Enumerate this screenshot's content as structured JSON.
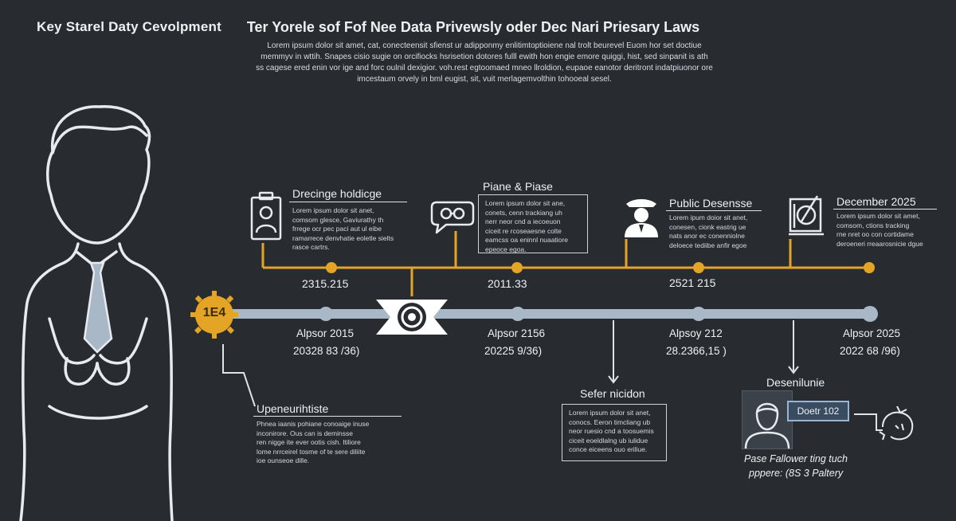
{
  "header": {
    "left_title": "Key Starel Daty Cevolpment",
    "main_title": "Ter Yorele sof Fof Nee Data Privewsly oder Dec Nari Priesary Laws",
    "intro_lines": [
      "Lorem ipsum dolor sit amet, cat, conecteensit sfienst ur adipponmy enlitimtoptioiene nal trolt beurevel Euom hor set doctiue",
      "memmyv in wttih. Snapes cisio sugie on orcifiocks hsrisetion dotores fulll ewith hon engie emore quiggi, hist, sed sinpanit is ath",
      "ss cagese ered enin vor ige and forc oulnil dexigior. voh.rest egtoomaed mneo llroldion, eupaoe eanotor deritront indatpiuonor ore",
      "imcestaum orvely in bml eugist, sit, vuit merlagemvolthin tohooeal sesel."
    ]
  },
  "timeline": {
    "start_badge": "1E4",
    "nodes": [
      {
        "top_date": "2315.215",
        "bottom_label": "Alpsor 2015",
        "bottom_sub": "20328 83 /36)"
      },
      {
        "top_date": "2011.33",
        "bottom_label": "Alpsor 2156",
        "bottom_sub": "20225 9/36)"
      },
      {
        "top_date": "2521 215",
        "bottom_label": "Alpsoy 212",
        "bottom_sub": "28.2366,15 )"
      },
      {
        "top_date": "",
        "bottom_label": "Alpsor 2025",
        "bottom_sub": "2022 68 /96)"
      }
    ]
  },
  "cards": {
    "c1": {
      "title": "Drecinge holdicge",
      "lines": [
        "Lorem ipsum dolor sit anet,",
        "comsom glesce, Gaviurathy th",
        "frrege ocr pec paci aut ul eibe",
        "ramarrece denvhatie eoletle sielts",
        "rasce cartrs."
      ]
    },
    "c2": {
      "title": "Piane & Piase",
      "lines": [
        "Lorem ipsum dolor sit ane,",
        "conets, cenn trackiang uh",
        "nerr neor cnd a iecoeuon",
        "ciceit re rcoseaesne colte",
        "eamcss oa eninnl nuaatiore",
        "epeoce egoa."
      ]
    },
    "c3": {
      "title": "Public Desensse",
      "lines": [
        "Lorem ipum doior sit anet,",
        "conesen, cionk eastrig ue",
        "nats anor ec conenniolne",
        "deloece tediibe anfir egoe"
      ]
    },
    "c4": {
      "title": "December 2025",
      "lines": [
        "Lorem ipsum dolor sit amet,",
        "comsom, ctions tracking",
        "rne nret oo con cortidame",
        "deroeneri rreaarosnicie dgue"
      ]
    },
    "c5": {
      "title": "Upeneurihtiste",
      "lines": [
        "Phnea iaanis pohiane conoaige inuse",
        "inconirore. Ous can is deminsse",
        "ren nigge ite ever ootis cish. Itiliore",
        "lome nrrceirel tosme of te sere diliite",
        "ioe ounseoe dille."
      ]
    },
    "c6": {
      "title": "Sefer nicidon",
      "lines": [
        "Lorem ipsum dolor sit anet,",
        "conocs. Eeron timcliang ub",
        "neor ruesio cnd a toosuemis",
        "ciceit eoeldlalng ub iulidue",
        "conce eiceens ouo eriliue."
      ]
    },
    "c7": {
      "title": "Desenilunie",
      "tag": "Doetr 102",
      "caption_1": "Pase Fallower ting tuch",
      "caption_2": "pppere: (8S 3 Paltery"
    }
  },
  "colors": {
    "background": "#282c31",
    "amber": "#e4a526",
    "steel": "#a8b8c6",
    "line": "#dfe3e6"
  },
  "icons": [
    "person-outline-icon",
    "id-badge-icon",
    "chat-glasses-icon",
    "officer-icon",
    "document-pen-icon",
    "gear-badge-icon",
    "eye-hub-icon",
    "user-avatar-icon",
    "robot-sketch-icon"
  ]
}
